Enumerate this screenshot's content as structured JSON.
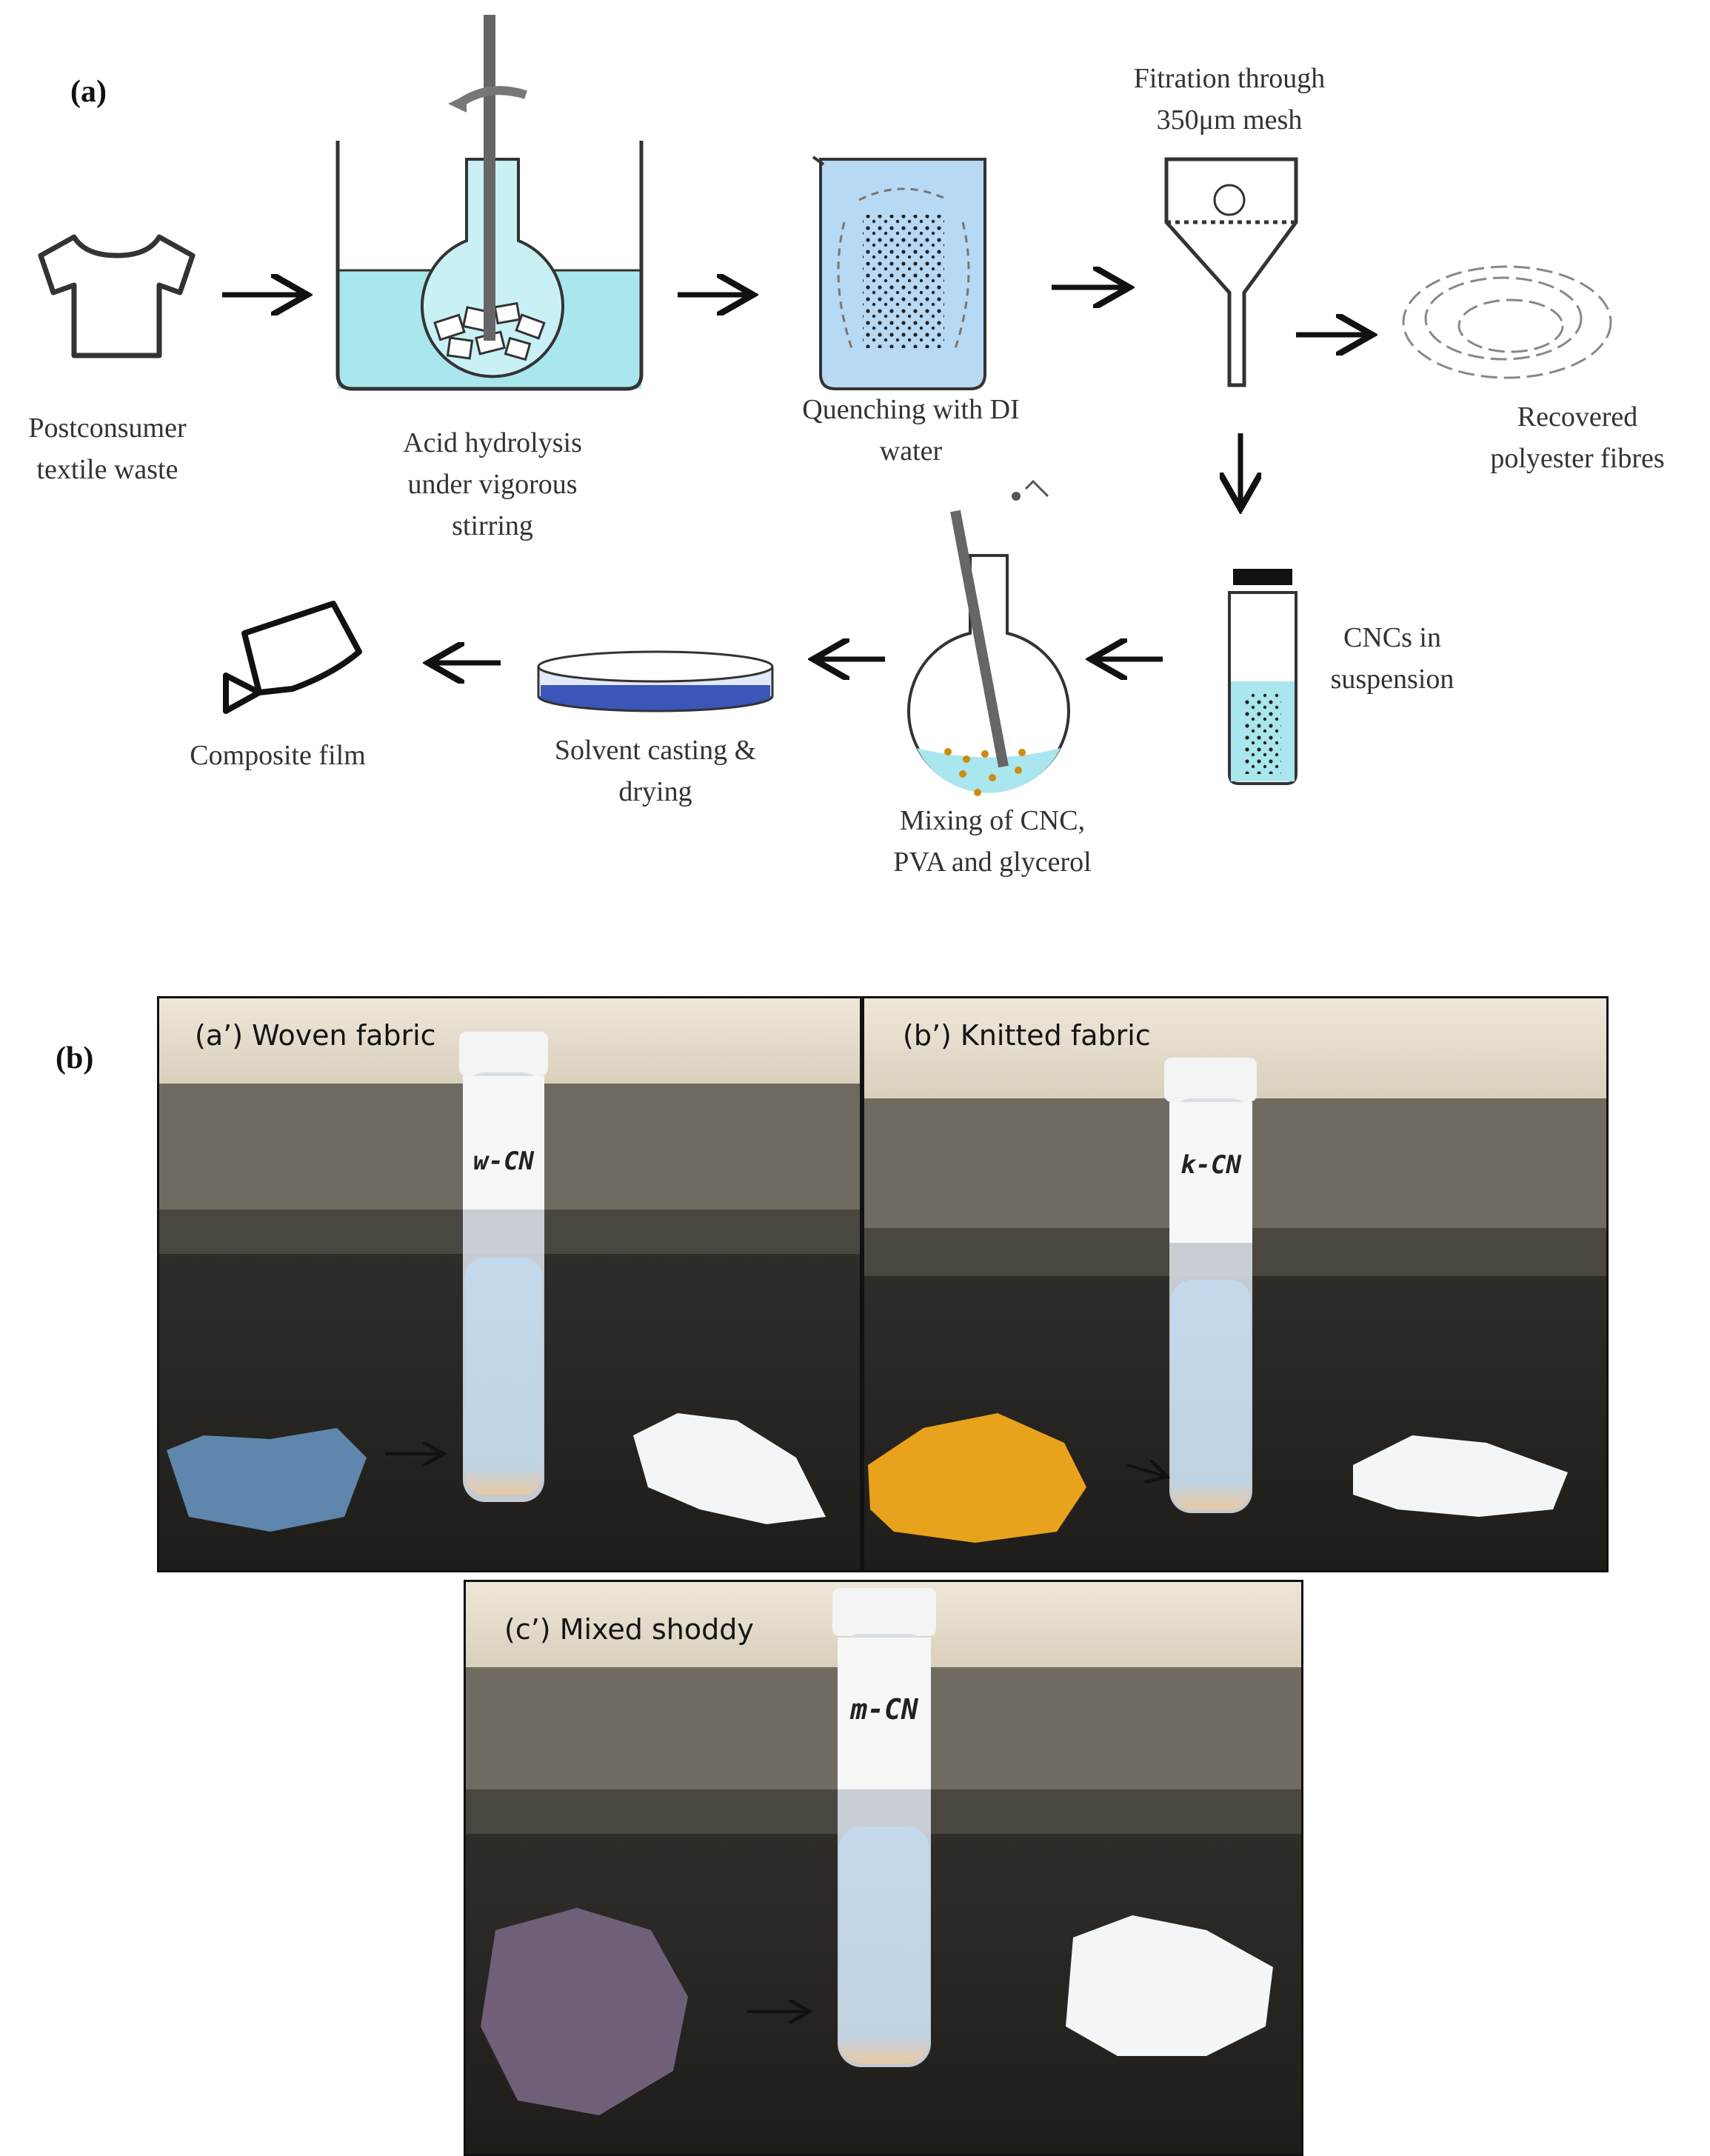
{
  "panel_a": {
    "tag": "(a)",
    "steps": {
      "textile": [
        "Postconsumer",
        "textile waste"
      ],
      "hydrolysis": [
        "Acid hydrolysis",
        "under vigorous",
        "stirring"
      ],
      "quench": [
        "Quenching with DI",
        "water"
      ],
      "filtration": [
        "Fitration through",
        "350μm mesh"
      ],
      "recovered": [
        "Recovered",
        "polyester fibres"
      ],
      "cnc": [
        "CNCs in",
        "suspension"
      ],
      "mixing": [
        "Mixing of CNC,",
        "PVA and glycerol"
      ],
      "casting": [
        "Solvent casting &",
        "drying"
      ],
      "film": [
        "Composite film"
      ]
    }
  },
  "panel_b": {
    "tag": "(b)",
    "photos": [
      {
        "tag": "(a’) Woven fabric",
        "vial_label": "w-CN",
        "fabric_color": "#5f86ad"
      },
      {
        "tag": "(b’) Knitted fabric",
        "vial_label": "k-CN",
        "fabric_color": "#e8a21c"
      },
      {
        "tag": "(c’) Mixed shoddy",
        "vial_label": "m-CN",
        "fabric_color": "#6f5f78"
      }
    ]
  }
}
